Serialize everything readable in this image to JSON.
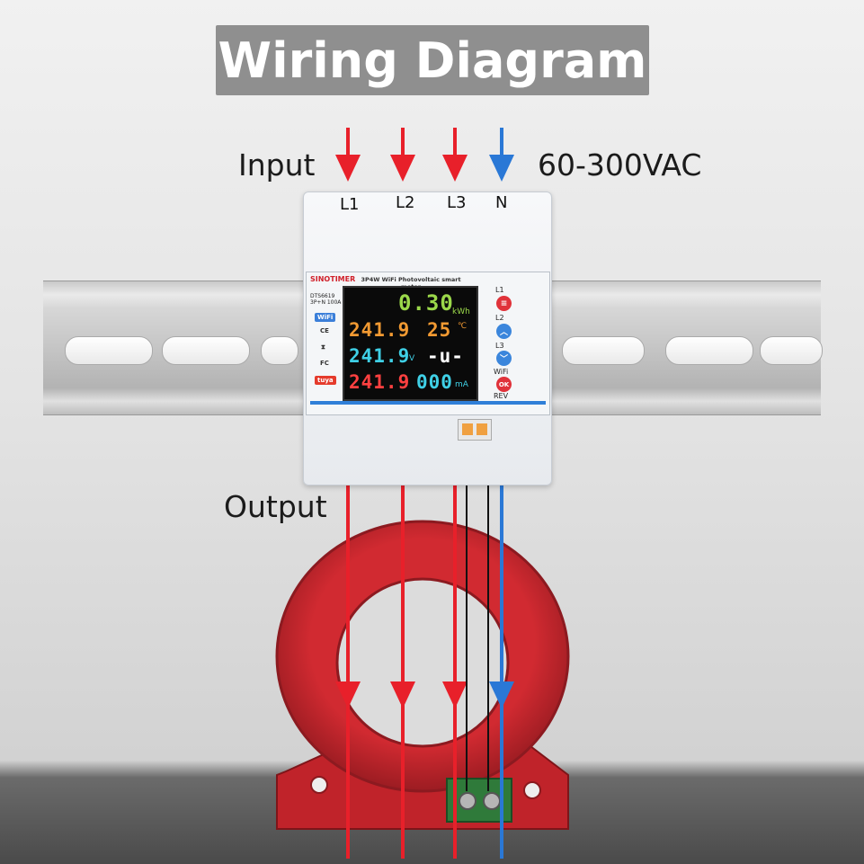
{
  "title": "Wiring Diagram",
  "input_label": "Input",
  "output_label": "Output",
  "voltage_range": "60-300VAC",
  "terminals": [
    "L1",
    "L2",
    "L3",
    "N"
  ],
  "meter": {
    "brand": "SINOTIMER",
    "model": "DTS6619",
    "rating": "3P+N 100A",
    "product_title": "3P4W WiFi Photovoltaic smart meter",
    "badges": {
      "wifi": "WiFi",
      "tuya": "tuya"
    },
    "display": {
      "row1": {
        "value": "0.30",
        "unit": "kWh"
      },
      "row2": {
        "value": "241.9",
        "value2": "25",
        "unit2": "℃"
      },
      "row3": {
        "value": "241.9",
        "unit": "V",
        "value2": "-u-"
      },
      "row4": {
        "value": "241.9",
        "value2": "000",
        "unit2": "mA"
      }
    },
    "buttons": [
      "L1",
      "L2",
      "L3",
      "WiFi",
      "REV"
    ],
    "button_symbols": {
      "menu": "≡",
      "ok": "OK"
    }
  },
  "colors": {
    "phase": "#e8202a",
    "neutral": "#2a78d6",
    "ct_ring": "#c2262e",
    "display_green": "#9bd84a",
    "display_orange": "#f29a32",
    "display_cyan": "#3fd0e6",
    "display_red": "#ff4040"
  }
}
